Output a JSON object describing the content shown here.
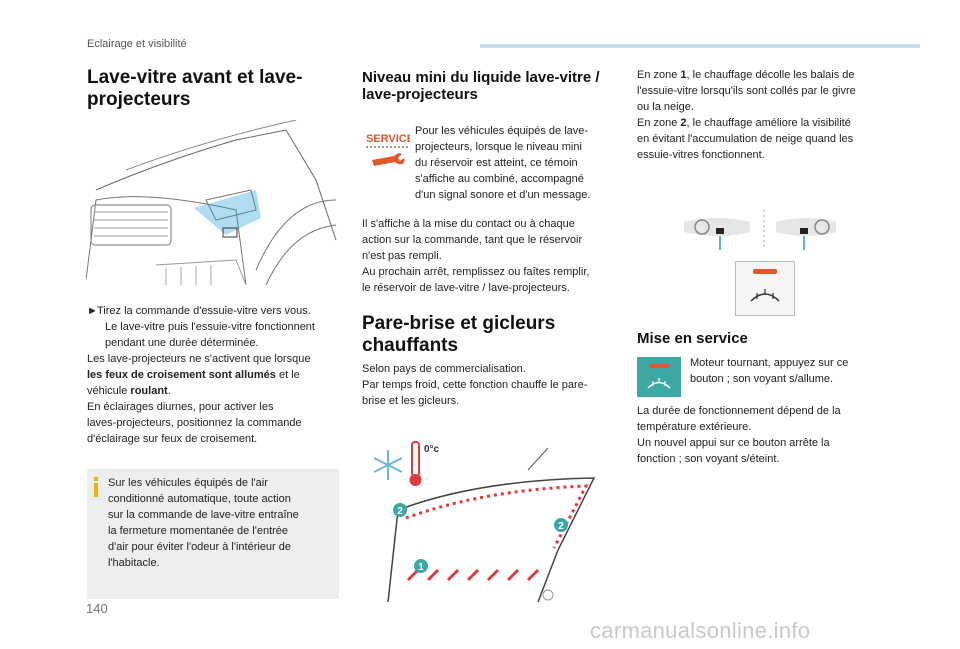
{
  "header": {
    "section": "Eclairage et visibilité"
  },
  "page_number": "140",
  "footer": {
    "watermark": "carmanualsonline.info"
  },
  "left": {
    "title_line1": "Lave-vitre avant et lave-",
    "title_line2": "projecteurs",
    "bullet_line1": "Tirez la commande d'essuie-vitre vers vous.",
    "bullet_line2": "Le lave-vitre puis l'essuie-vitre fonctionnent",
    "bullet_line3": "pendant une durée déterminée.",
    "p1_line1": "Les lave-projecteurs ne s'activent que lorsque",
    "p1_bold": "les feux de croisement sont allumés",
    "p1_after_bold": " et le",
    "p1_line3_a": "véhicule ",
    "p1_line3_bold": "roulant",
    "p1_line3_end": ".",
    "p2_line1": "En éclairages diurnes, pour activer les",
    "p2_line2": "laves-projecteurs, positionnez la commande",
    "p2_line3": "d'éclairage sur feux de croisement.",
    "info_lines": [
      "Sur les véhicules équipés de l'air",
      "conditionné automatique, toute action",
      "sur la commande de lave-vitre entraîne",
      "la fermeture momentanée de l'entrée",
      "d'air pour éviter l'odeur à l'intérieur de",
      "l'habitacle."
    ]
  },
  "middle": {
    "title_line1": "Niveau mini du liquide lave-vitre /",
    "title_line2": "lave-projecteurs",
    "service_label": "SERVICE",
    "svc_lines": [
      "Pour les véhicules équipés de lave-",
      "projecteurs, lorsque le niveau mini",
      "du réservoir est atteint, ce témoin",
      "s'affiche au combiné, accompagné",
      "d'un signal sonore et d'un message."
    ],
    "p_lines": [
      "Il s'affiche à la mise du contact ou à chaque",
      "action sur la commande, tant que le réservoir",
      "n'est pas rempli.",
      "Au prochain arrêt, remplissez ou faîtes remplir,",
      "le réservoir de lave-vitre / lave-projecteurs."
    ],
    "title2_line1": "Pare-brise et gicleurs",
    "title2_line2": "chauffants",
    "p2_lines": [
      "Selon pays de commercialisation.",
      "Par temps froid, cette fonction chauffe le pare-",
      "brise et les gicleurs."
    ],
    "temp_label": "0°c",
    "zone_labels": [
      "1",
      "2",
      "2"
    ]
  },
  "right": {
    "p1_line1_a": "En zone ",
    "p1_line1_bold": "1",
    "p1_line1_b": ", le chauffage décolle les balais de",
    "p1_lines_rest": [
      "l'essuie-vitre lorsqu'ils sont collés par le givre",
      "ou la neige."
    ],
    "p2_line1_a": "En zone ",
    "p2_line1_bold": "2",
    "p2_line1_b": ", le chauffage améliore la visibilité",
    "p2_lines_rest": [
      "en évitant l'accumulation de neige quand les",
      "essuie-vitres fonctionnent."
    ],
    "title": "Mise en service",
    "btn_lines": [
      "Moteur tournant, appuyez sur ce",
      "bouton ; son voyant s/allume."
    ],
    "p3_lines": [
      "La durée de fonctionnement dépend de la",
      "température extérieure.",
      "Un nouvel appui sur ce bouton arrête la",
      "fonction ; son voyant s/éteint."
    ]
  },
  "colors": {
    "accent_blue": "#1e9fd8",
    "service_red": "#e2572b",
    "heat_red": "#e03a3a",
    "teal_badge": "#3ca8a4",
    "info_yellow": "#f0b400"
  }
}
